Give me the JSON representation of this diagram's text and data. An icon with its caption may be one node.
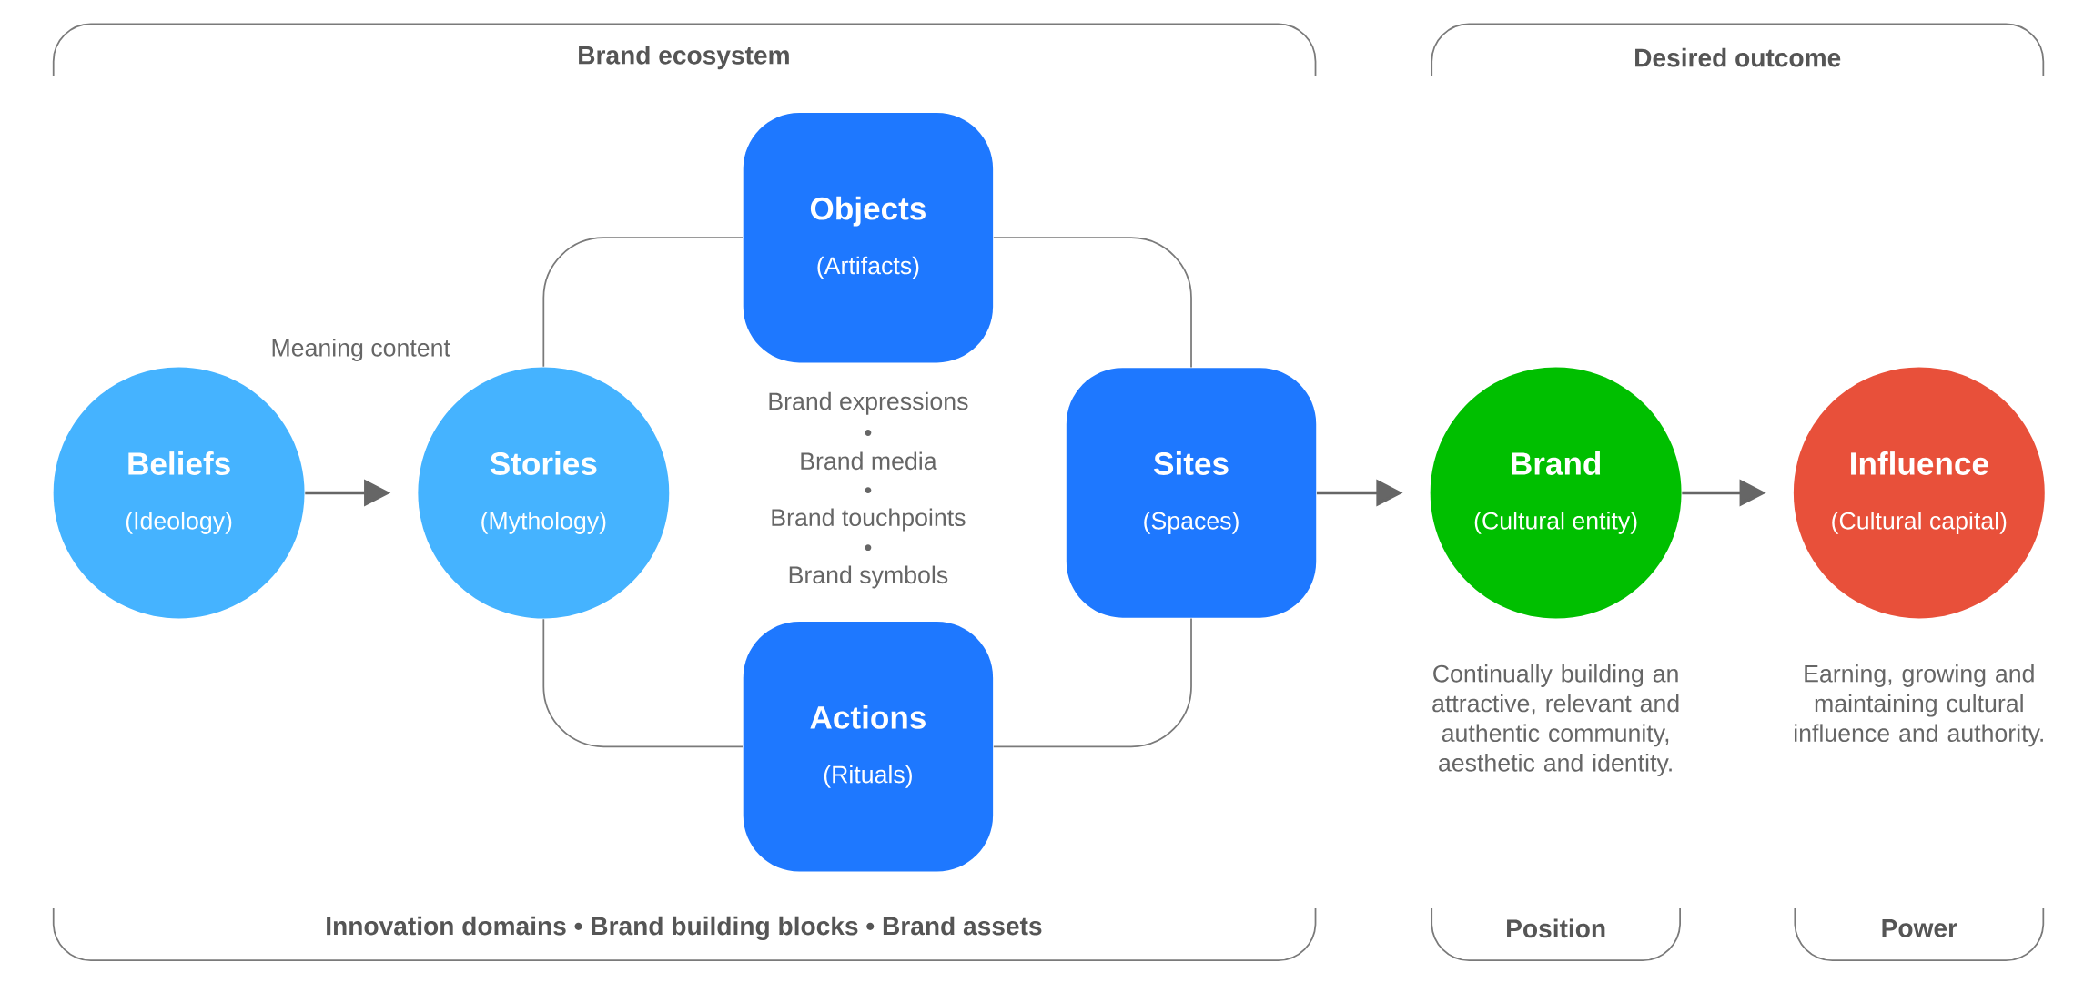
{
  "diagram": {
    "nodes": [
      {
        "text": [
          "Beliefs",
          "(Ideology)"
        ]
      },
      {
        "text": [
          "Stories",
          "(Mythology)"
        ]
      },
      {
        "text": [
          "Objects",
          "(Artifacts)"
        ]
      },
      {
        "text": [
          "Sites",
          "(Spaces)"
        ]
      },
      {
        "text": [
          "Actions",
          "(Rituals)"
        ]
      },
      {
        "text": [
          "Brand",
          "(Cultural entity)"
        ],
        "beside": [
          "Continually building an attractive, relevant and authentic community, aesthetic and identity."
        ]
      },
      {
        "text": [
          "Influence",
          "(Cultural capital)"
        ],
        "beside": [
          "Earning, growing and maintaining cultural influence and authority."
        ]
      }
    ],
    "edges": [
      {
        "from": 0,
        "to": 1,
        "arrow": "to"
      },
      {
        "from": 1,
        "to": 2,
        "arrow": "none"
      },
      {
        "from": 2,
        "to": 3,
        "arrow": "none"
      },
      {
        "from": 1,
        "to": 4,
        "arrow": "none"
      },
      {
        "from": 4,
        "to": 3,
        "arrow": "none"
      },
      {
        "from": 3,
        "to": 5,
        "arrow": "to"
      },
      {
        "from": 5,
        "to": 6,
        "arrow": "to"
      }
    ],
    "labels": [
      "Brand ecosystem",
      "Desired outcome",
      "Meaning content",
      "Brand expressions",
      "Brand media",
      "Brand touchpoints",
      "Brand symbols",
      "Innovation domains • Brand building blocks • Brand assets",
      "Position",
      "Power"
    ]
  }
}
